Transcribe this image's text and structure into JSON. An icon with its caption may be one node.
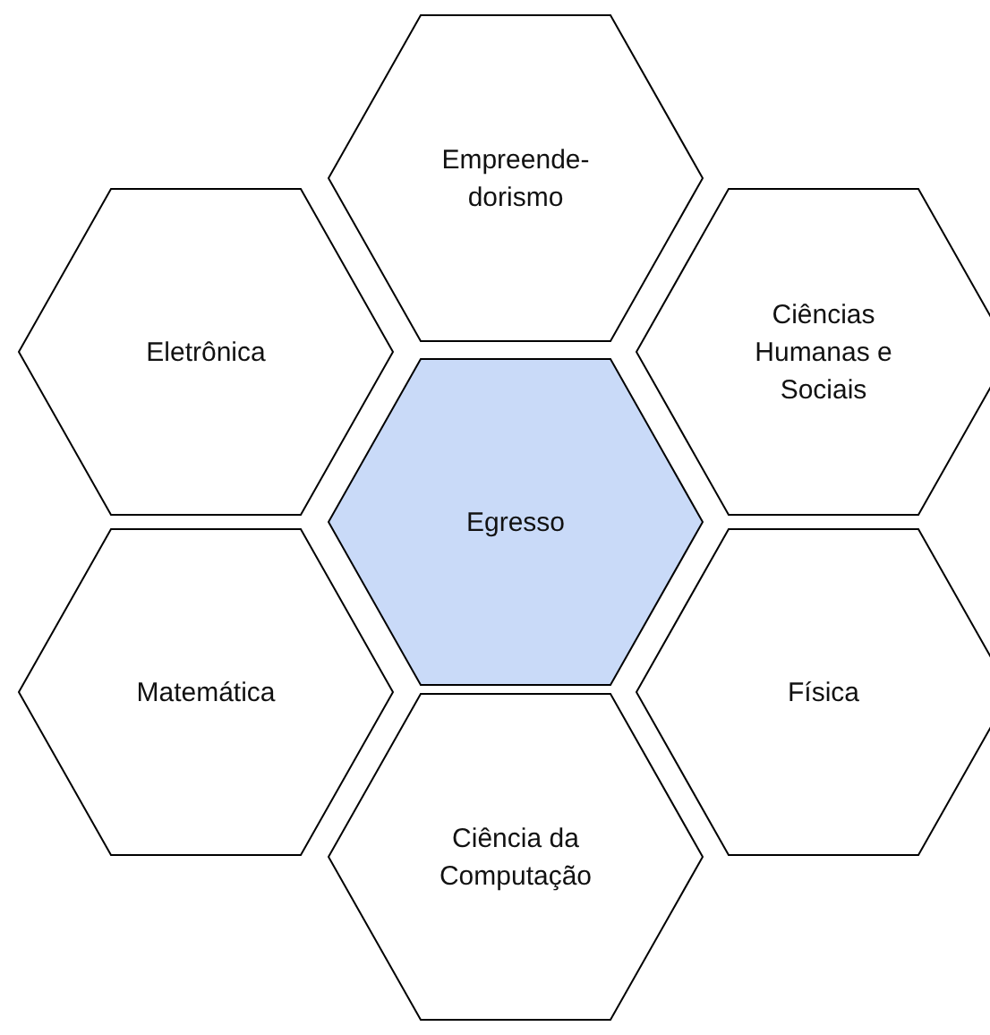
{
  "diagram": {
    "nodes": [
      {
        "text": [
          "Empreende-dorismo"
        ]
      },
      {
        "text": [
          "Eletrônica"
        ]
      },
      {
        "text": [
          "Ciências Humanas e Sociais"
        ]
      },
      {
        "text": [
          "Egresso"
        ]
      },
      {
        "text": [
          "Matemática"
        ]
      },
      {
        "text": [
          "Física"
        ]
      },
      {
        "text": [
          "Ciência da Computação"
        ]
      }
    ]
  }
}
